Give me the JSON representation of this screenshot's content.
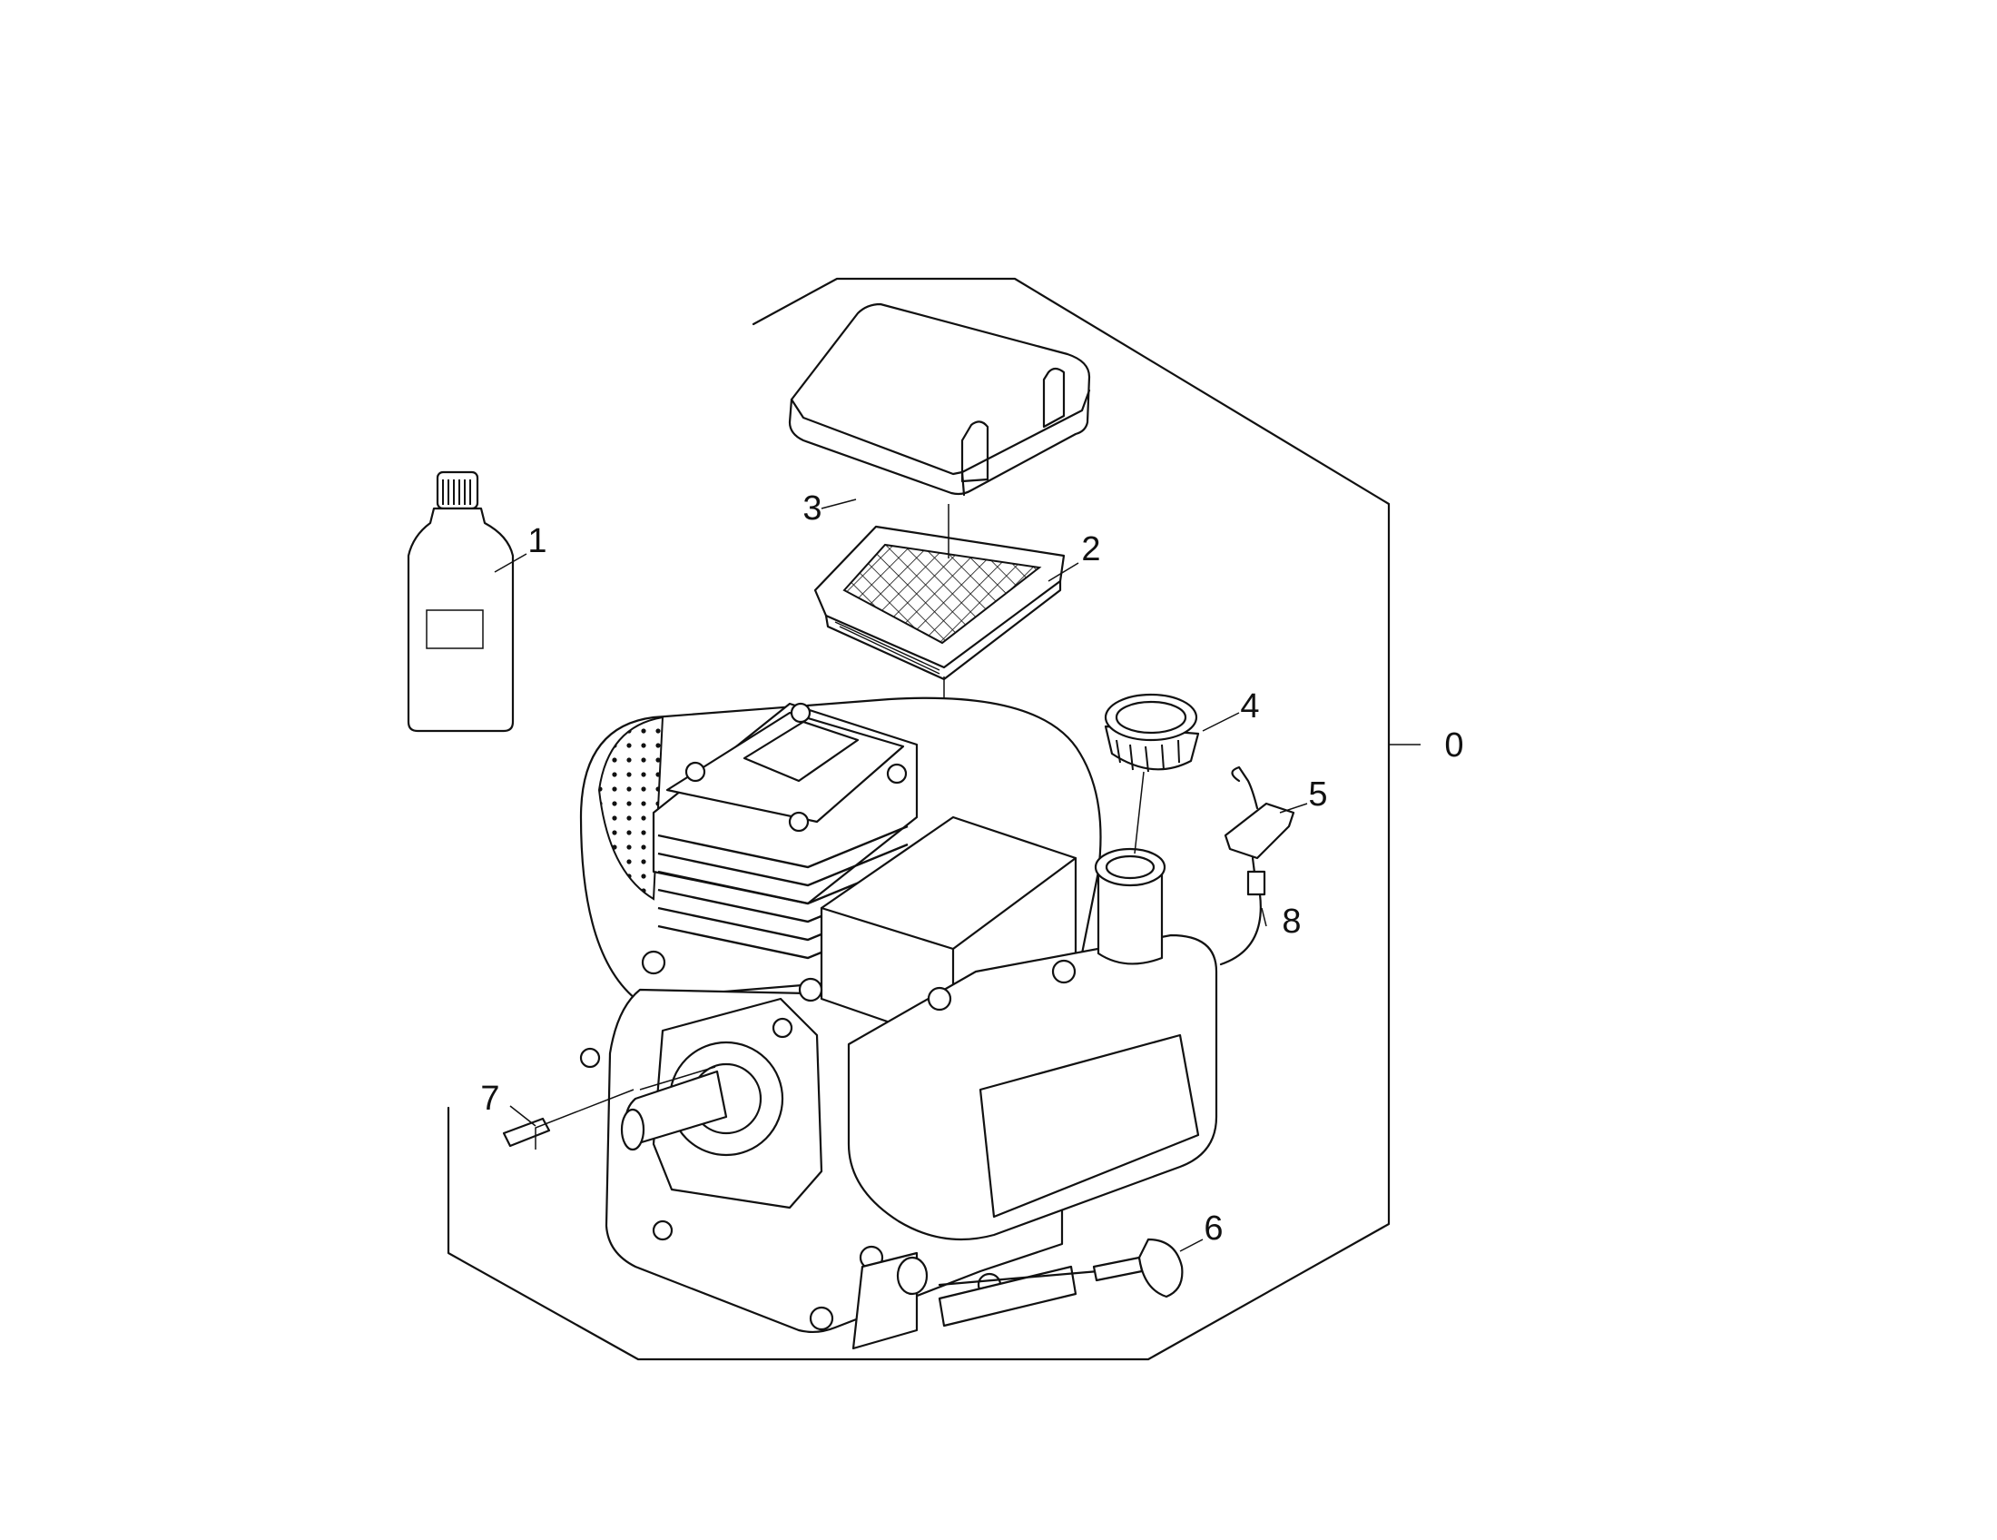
{
  "callouts": [
    {
      "id": "0",
      "text": "0"
    },
    {
      "id": "1",
      "text": "1"
    },
    {
      "id": "2",
      "text": "2"
    },
    {
      "id": "3",
      "text": "3"
    },
    {
      "id": "4",
      "text": "4"
    },
    {
      "id": "5",
      "text": "5"
    },
    {
      "id": "6",
      "text": "6"
    },
    {
      "id": "7",
      "text": "7"
    },
    {
      "id": "8",
      "text": "8"
    }
  ]
}
